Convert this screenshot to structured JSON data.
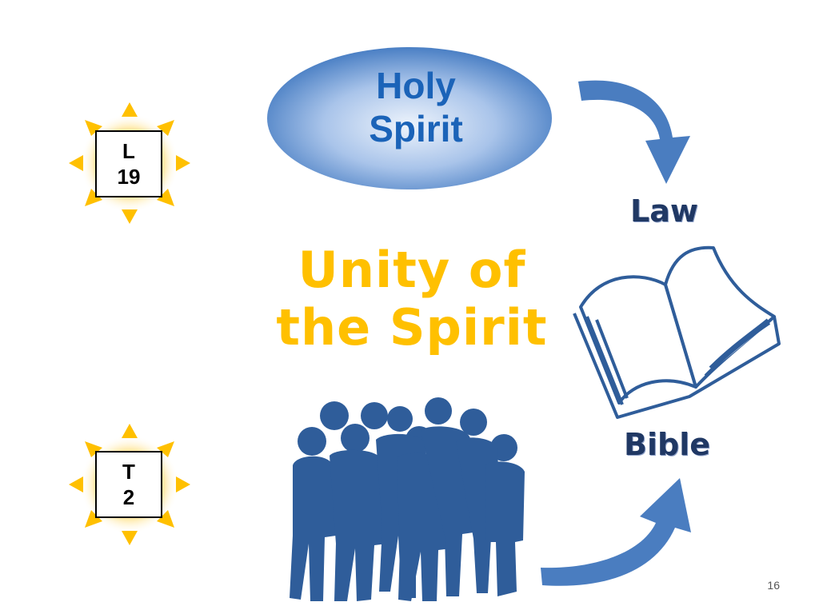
{
  "ellipse": {
    "line1": "Holy",
    "line2": "Spirit"
  },
  "center": {
    "line1": "Unity of",
    "line2": "the Spirit"
  },
  "labels": {
    "law": "Law",
    "bible": "Bible"
  },
  "badges": [
    {
      "top": "L",
      "bottom": "19"
    },
    {
      "top": "T",
      "bottom": "2"
    }
  ],
  "page_number": "16",
  "colors": {
    "ellipse_edge": "#4a7fc4",
    "ellipse_center": "#e8f0fb",
    "title_blue": "#1b63b8",
    "unity_gold": "#ffc000",
    "label_navy": "#203864",
    "arrow_blue": "#4a7dc0",
    "people_blue": "#2f5d9a",
    "sun_gold": "#ffc000"
  },
  "icons": [
    "sun-icon",
    "curved-arrow-icon",
    "open-book-icon",
    "people-silhouette-icon"
  ]
}
